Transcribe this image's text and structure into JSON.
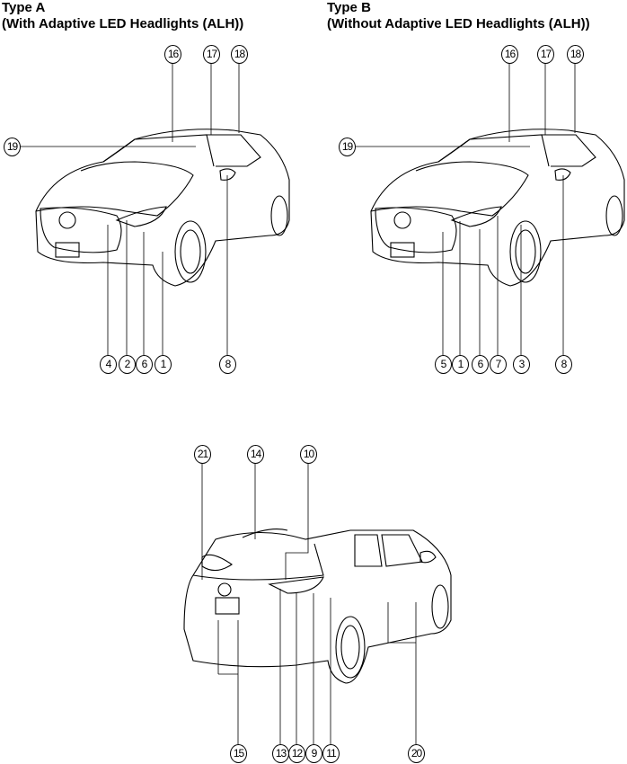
{
  "type_a": {
    "title": "Type A",
    "subtitle": "(With Adaptive LED Headlights (ALH))",
    "callouts": [
      "16",
      "17",
      "18",
      "19",
      "4",
      "2",
      "6",
      "1",
      "8"
    ]
  },
  "type_b": {
    "title": "Type B",
    "subtitle": "(Without Adaptive LED Headlights (ALH))",
    "callouts": [
      "16",
      "17",
      "18",
      "19",
      "5",
      "1",
      "6",
      "7",
      "3",
      "8"
    ]
  },
  "rear": {
    "callouts": [
      "21",
      "14",
      "10",
      "15",
      "13",
      "12",
      "9",
      "11",
      "20"
    ]
  }
}
